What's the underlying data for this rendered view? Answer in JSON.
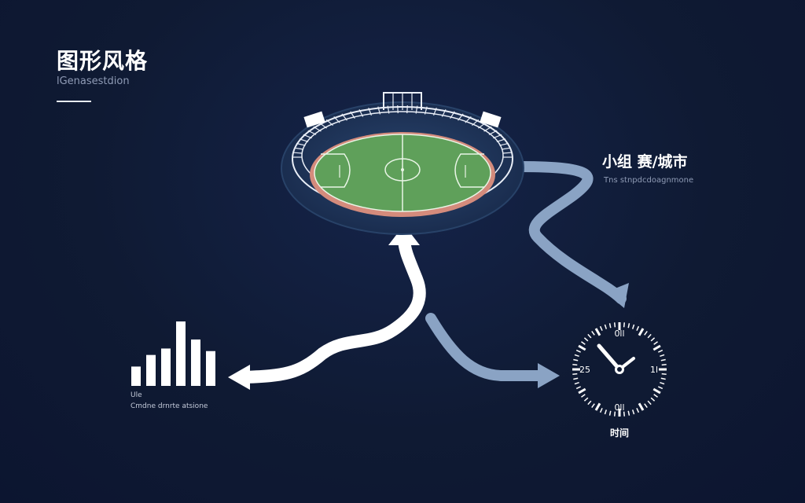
{
  "header": {
    "title": "图形风格",
    "subtitle": "lGenasestdion"
  },
  "stadium_node": {
    "icon": "soccer-stadium-icon",
    "colors": {
      "pitch": "#5fa05a",
      "track": "#d48b7c",
      "ring": "#1f3558"
    }
  },
  "group_node": {
    "label": "小组 赛/城市",
    "sublabel": "Tns stnpdcdoagnmone"
  },
  "chart_node": {
    "icon": "bar-chart-icon",
    "label": "Ule",
    "sublabel": "Cmdne drnrte atsione",
    "bar_levels": [
      0.3,
      0.48,
      0.58,
      1.0,
      0.72,
      0.54
    ]
  },
  "clock_node": {
    "icon": "clock-icon",
    "label": "时间",
    "numerals": {
      "top": "0ll",
      "left": "25",
      "right": "1l",
      "bottom": "0ll"
    }
  },
  "colors": {
    "background": "#0f1a33",
    "arrow_white": "#ffffff",
    "arrow_blue": "#8aa3c4"
  }
}
